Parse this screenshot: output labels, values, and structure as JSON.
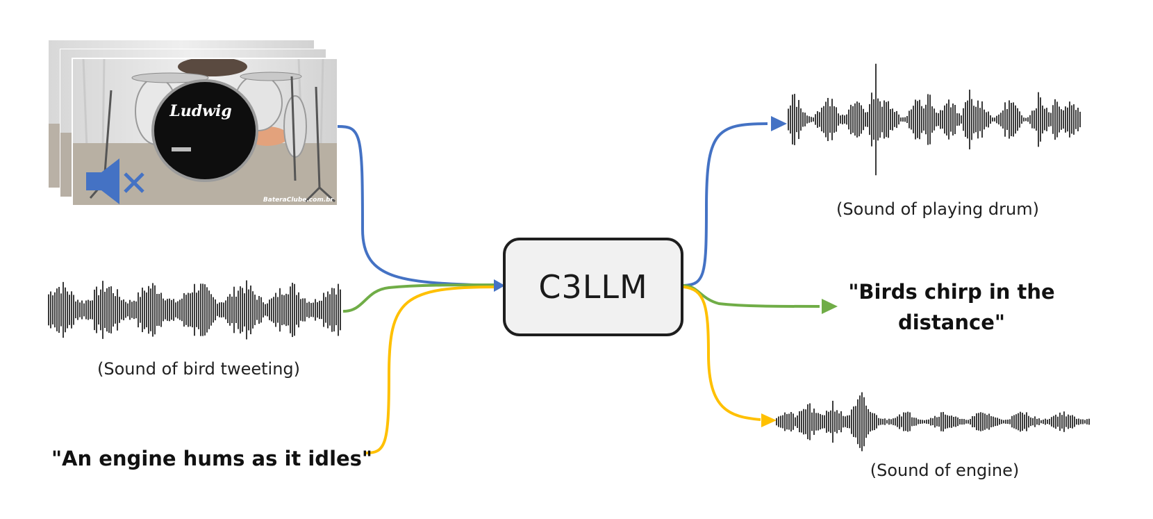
{
  "model": {
    "name": "C3LLM"
  },
  "inputs": {
    "video": {
      "icon": "muted-speaker-icon",
      "brand_text": "Ludwig",
      "watermark": "BateraClube.com.br"
    },
    "audio_in": {
      "caption": "(Sound of bird tweeting)"
    },
    "text_in": {
      "caption": "\"An engine hums as it idles\""
    }
  },
  "outputs": {
    "audio_drum": {
      "caption": "(Sound of playing drum)"
    },
    "text_out": {
      "caption": "\"Birds chirp in the distance\""
    },
    "audio_engine": {
      "caption": "(Sound of engine)"
    }
  },
  "colors": {
    "video_path": "#4472c4",
    "audio_path": "#70ad47",
    "text_path": "#ffc000",
    "waveform": "#3a3a3a",
    "mute_icon": "#4472c4"
  }
}
